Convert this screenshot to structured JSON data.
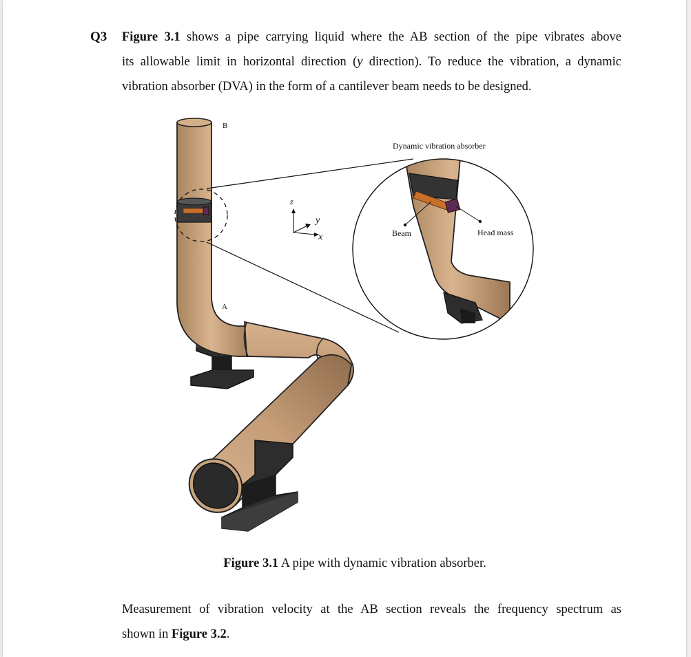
{
  "question": {
    "number": "Q3",
    "lines": [
      {
        "bold": "Figure 3.1",
        "text": " shows a pipe carrying liquid where the AB section of the pipe vibrates above"
      },
      {
        "text": "its allowable limit in horizontal direction (",
        "italic": "y",
        "text2": " direction). To reduce the vibration, a dynamic"
      },
      {
        "text": "vibration absorber (DVA) in the form of a cantilever beam needs to be designed."
      }
    ]
  },
  "figure": {
    "label_B": "B",
    "label_A": "A",
    "axis_z": "z",
    "axis_y": "y",
    "axis_x": "x",
    "dva_label": "Dynamic vibration absorber",
    "beam_label": "Beam",
    "head_mass_label": "Head mass",
    "colors": {
      "pipe": "#c9a27e",
      "pipe_dark": "#8b6a4d",
      "support": "#2b2b2b",
      "clamp": "#3a3a3a",
      "beam": "#c8702a",
      "head_mass": "#5a2a55"
    }
  },
  "caption": {
    "bold": "Figure 3.1",
    "text": " A pipe with dynamic vibration absorber."
  },
  "measurement": {
    "line1": "Measurement of vibration velocity at the AB section reveals the frequency spectrum as",
    "line2_text": "shown in ",
    "line2_bold": "Figure 3.2",
    "line2_end": "."
  }
}
